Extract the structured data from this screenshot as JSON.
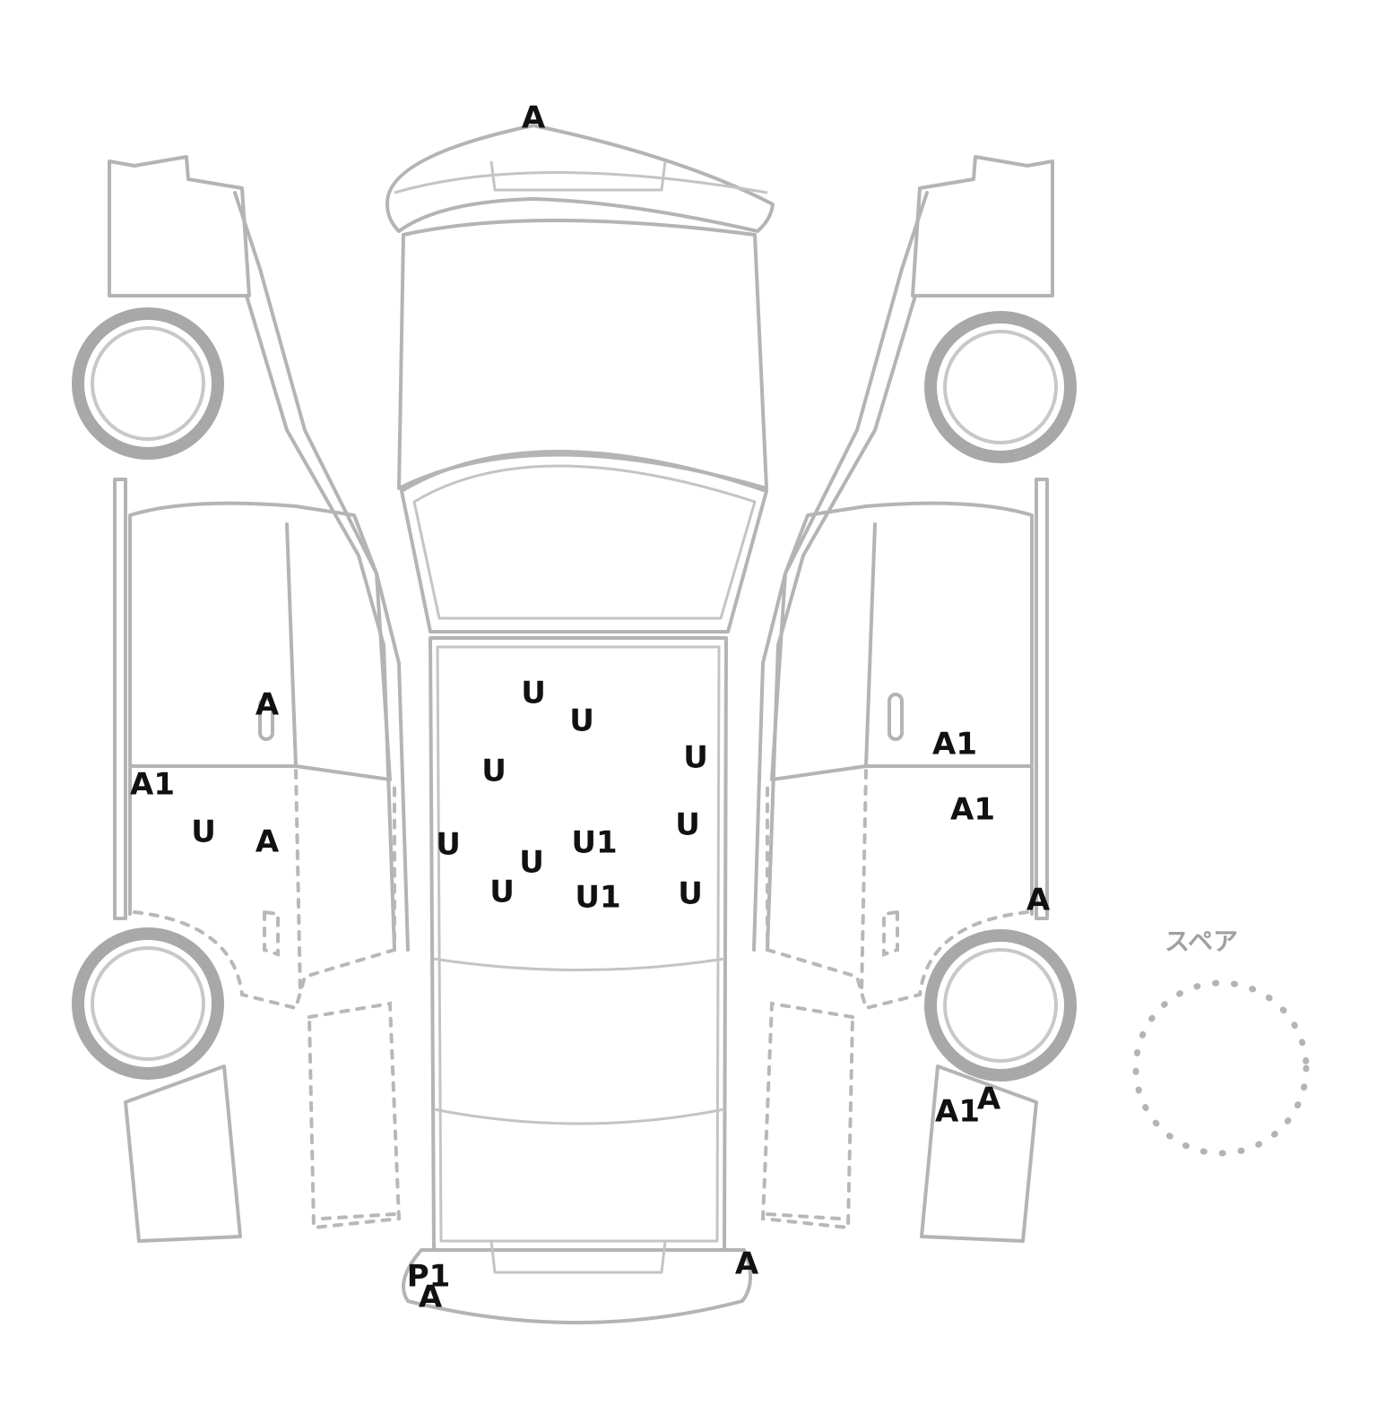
{
  "spare_label": "スペア",
  "damage_marks": [
    {
      "id": "front-bumper-top",
      "code": "A"
    },
    {
      "id": "left-door-handle",
      "code": "A"
    },
    {
      "id": "left-sill-front",
      "code": "A1"
    },
    {
      "id": "left-lower-door-1",
      "code": "U"
    },
    {
      "id": "left-lower-door-2",
      "code": "A"
    },
    {
      "id": "roof-1",
      "code": "U"
    },
    {
      "id": "roof-2",
      "code": "U"
    },
    {
      "id": "roof-3",
      "code": "U"
    },
    {
      "id": "roof-4",
      "code": "U"
    },
    {
      "id": "roof-5",
      "code": "U"
    },
    {
      "id": "roof-6",
      "code": "U1"
    },
    {
      "id": "roof-7",
      "code": "U"
    },
    {
      "id": "roof-8",
      "code": "U"
    },
    {
      "id": "roof-9",
      "code": "U"
    },
    {
      "id": "roof-10",
      "code": "U1"
    },
    {
      "id": "roof-11",
      "code": "U"
    },
    {
      "id": "right-door-upper",
      "code": "A1"
    },
    {
      "id": "right-door-lower",
      "code": "A1"
    },
    {
      "id": "right-rear-fender",
      "code": "A"
    },
    {
      "id": "right-rear-quarter-1",
      "code": "A1"
    },
    {
      "id": "right-rear-quarter-2",
      "code": "A"
    },
    {
      "id": "rear-bumper-left-p",
      "code": "P1"
    },
    {
      "id": "rear-bumper-left-a",
      "code": "A"
    },
    {
      "id": "rear-bumper-right",
      "code": "A"
    }
  ]
}
